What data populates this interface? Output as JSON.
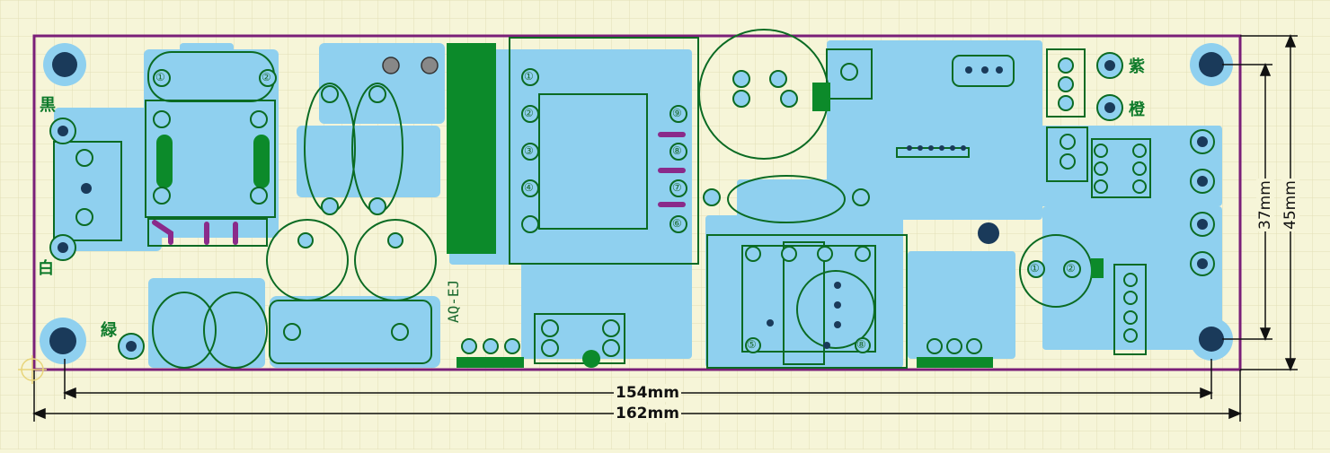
{
  "colors": {
    "background": "#f6f5d8",
    "grid": "#dedcb0",
    "board_outline": "#7a1f78",
    "copper": "#8fd0ef",
    "silkscreen": "#0b6b23",
    "drill": "#1a3a5a"
  },
  "labels": {
    "black": "黒",
    "white": "白",
    "green_wire": "緑",
    "purple": "紫",
    "orange": "橙",
    "silk_code": "AQ-EJ"
  },
  "dimensions": {
    "inner_width": "154mm",
    "outer_width": "162mm",
    "inner_height": "37mm",
    "outer_height": "45mm"
  },
  "pins": {
    "p1": "①",
    "p2": "②",
    "p3": "③",
    "p4": "④",
    "p5": "⑤",
    "p6": "⑥",
    "p7": "⑦",
    "p8": "⑧",
    "p9": "⑨"
  }
}
